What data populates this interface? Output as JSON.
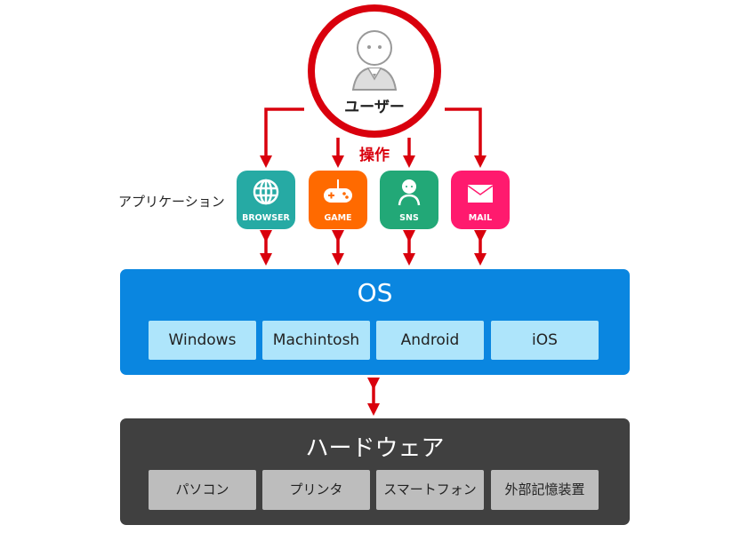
{
  "user": {
    "label": "ユーザー",
    "icon": "person-icon"
  },
  "operation_label": "操作",
  "applications": {
    "label": "アプリケーション",
    "items": [
      {
        "name": "BROWSER",
        "icon": "globe-icon",
        "color": "#26aaa4"
      },
      {
        "name": "GAME",
        "icon": "gamepad-icon",
        "color": "#ff6a00"
      },
      {
        "name": "SNS",
        "icon": "person-icon",
        "color": "#22a877"
      },
      {
        "name": "MAIL",
        "icon": "envelope-icon",
        "color": "#ff1a6e"
      }
    ]
  },
  "os": {
    "title": "OS",
    "color": "#0a86e0",
    "items": [
      "Windows",
      "Machintosh",
      "Android",
      "iOS"
    ]
  },
  "hardware": {
    "title": "ハードウェア",
    "color": "#404040",
    "items": [
      "パソコン",
      "プリンタ",
      "スマートフォン",
      "外部記憶装置"
    ]
  },
  "arrow_color": "#d9000d"
}
